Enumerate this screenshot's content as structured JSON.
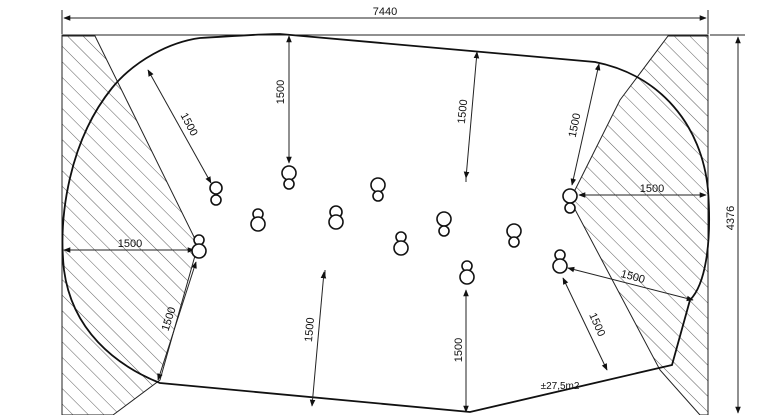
{
  "drawing": {
    "overall_width_label": "7440",
    "overall_height_label": "4376",
    "area_label": "±27,5m2",
    "clearance_labels": {
      "top_left_diagonal": "1500",
      "top_left_vertical": "1500",
      "top_center_vertical": "1500",
      "top_right_diagonal": "1500",
      "right_horizontal": "1500",
      "right_lower_diagonal": "1500",
      "lower_right_diagonal": "1500",
      "bottom_center_vertical": "1500",
      "bottom_left_vertical": "1500",
      "lower_left_diagonal": "1500",
      "left_horizontal": "1500"
    }
  }
}
